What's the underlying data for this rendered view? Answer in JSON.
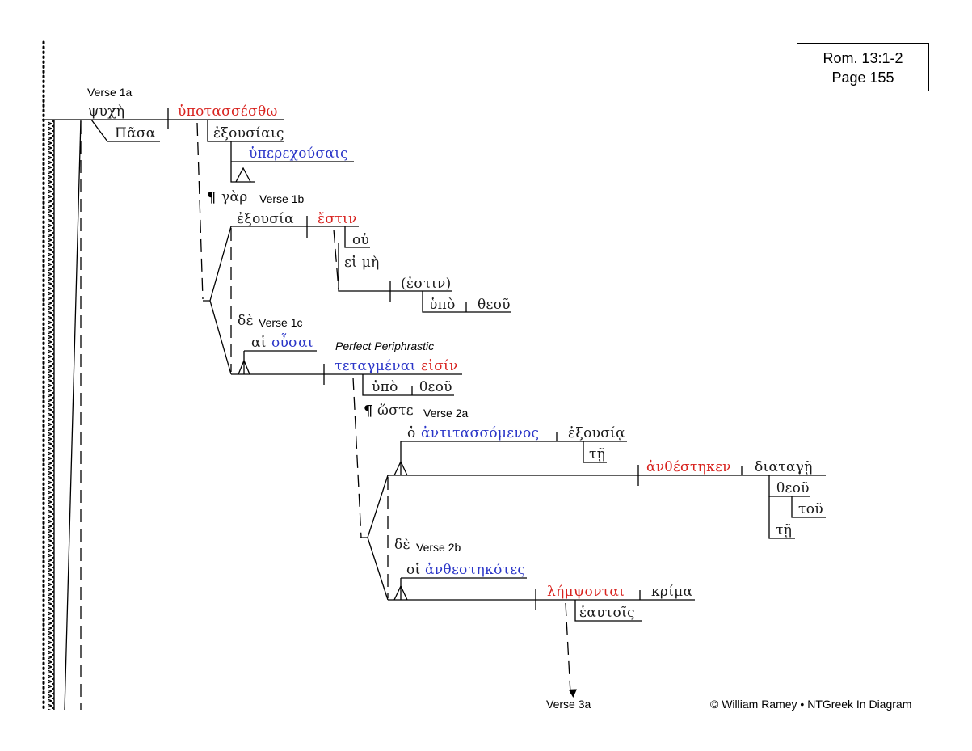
{
  "reference": {
    "line1": "Rom. 13:1-2",
    "line2": "Page 155"
  },
  "labels": {
    "v1a": "Verse 1a",
    "v1b": "Verse 1b",
    "v1c": "Verse 1c",
    "v2a": "Verse 2a",
    "v2b": "Verse 2b",
    "v3a": "Verse 3a",
    "perfect": "Perfect Periphrastic",
    "copyright": "© William Ramey • NTGreek In Diagram"
  },
  "pilcrow": "¶",
  "words": {
    "psyche": "ψυχὴ",
    "hypotassestho": "ὑποτασσέσθω",
    "pasa": "Πᾶσα",
    "exousiais": "ἐξουσίαις",
    "hyperechousais": "ὑπερεχούσαις",
    "gar": "γὰρ",
    "exousia1": "ἐξουσία",
    "estin": "ἔστιν",
    "ou": "οὐ",
    "ei_me": "εἰ μὴ",
    "estin_paren": "(ἐστιν)",
    "hypo1": "ὑπὸ",
    "theou1": "θεοῦ",
    "de1": "δὲ",
    "ai": "αἱ",
    "ousai": "οὖσαι",
    "tetagmenai": "τεταγμέναι",
    "eisin": "εἰσίν",
    "hypo2": "ὑπὸ",
    "theou2": "θεοῦ",
    "hoste": "ὥστε",
    "ho": "ὁ",
    "antitassomenos": "ἀντιτασσόμενος",
    "exousia2": "ἐξουσίᾳ",
    "te1": "τῇ",
    "anthesteken": "ἀνθέστηκεν",
    "diatage": "διαταγῇ",
    "theou3": "θεοῦ",
    "tou": "τοῦ",
    "te2": "τῇ",
    "de2": "δὲ",
    "hoi": "οἱ",
    "anthestekotes": "ἀνθεστηκότες",
    "lempsontai": "λήμψονται",
    "krima": "κρίμα",
    "heautois": "ἑαυτοῖς"
  },
  "colors": {
    "verb": "#d8231f",
    "participle": "#2a35c8",
    "text": "#1a1a1a"
  }
}
